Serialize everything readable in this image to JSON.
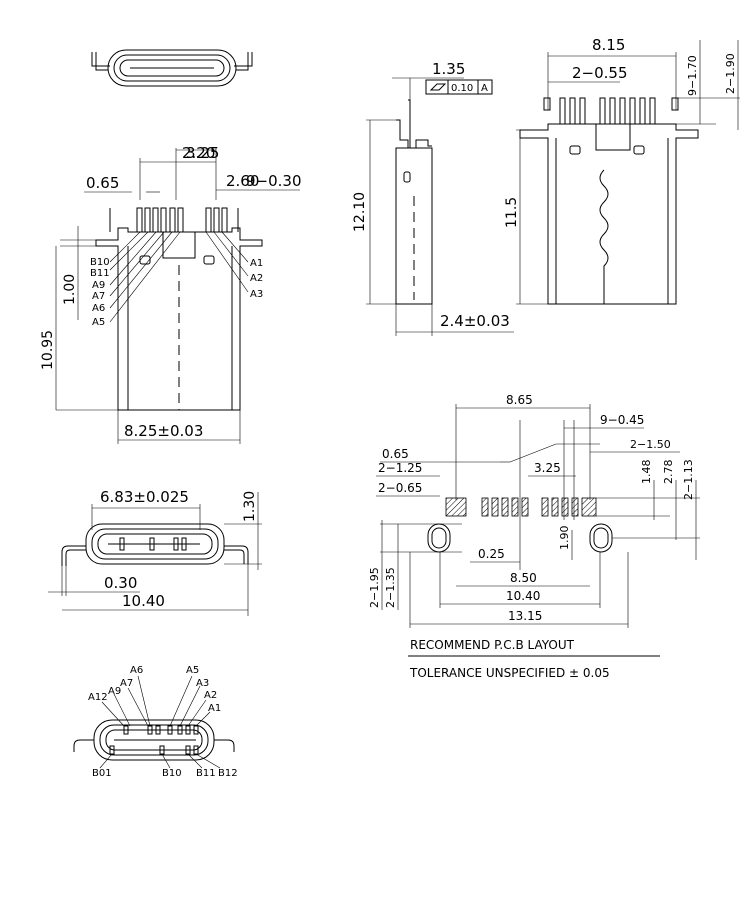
{
  "side_view": {
    "pitch": "1.35",
    "flatness": "0.10",
    "datum": "A",
    "height": "12.10",
    "thickness": "2.4±0.03"
  },
  "rear_view": {
    "width": "8.15",
    "pitch": "2−0.55",
    "top1": "9−1.70",
    "top2": "2−1.90",
    "height": "11.5"
  },
  "front_view": {
    "dim_a": "3.25",
    "dim_b": "2.20",
    "pitch": "0.65",
    "dim_c": "2.60",
    "dim_d": "9−0.30",
    "height_small": "1.00",
    "height_total": "10.95",
    "width": "8.25±0.03",
    "pins_left": [
      "B10",
      "B11",
      "A9",
      "A7",
      "A6",
      "A5"
    ],
    "pins_right": [
      "A1",
      "A2",
      "A3"
    ]
  },
  "end_view": {
    "width": "6.83±0.025",
    "height": "1.30",
    "lead": "0.30",
    "span": "10.40"
  },
  "pin_view": {
    "top_labels": [
      "A6",
      "A5",
      "A7",
      "A3",
      "A12",
      "A9",
      "A2",
      "A1"
    ],
    "bottom_labels": [
      "B01",
      "B10",
      "B11",
      "B12"
    ]
  },
  "pcb_layout": {
    "dim_865": "8.65",
    "dim_9045": "9−0.45",
    "dim_2150": "2−1.50",
    "dim_065": "0.65",
    "dim_2125": "2−1.25",
    "dim_2065": "2−0.65",
    "dim_325": "3.25",
    "dim_148": "1.48",
    "dim_278": "2.78",
    "dim_2113": "2−1.13",
    "dim_190": "1.90",
    "dim_025": "0.25",
    "dim_850": "8.50",
    "dim_1040": "10.40",
    "dim_1315": "13.15",
    "dim_2195": "2−1.95",
    "dim_2135": "2−1.35",
    "title": "RECOMMEND P.C.B LAYOUT",
    "tolerance": "TOLERANCE UNSPECIFIED ± 0.05"
  }
}
